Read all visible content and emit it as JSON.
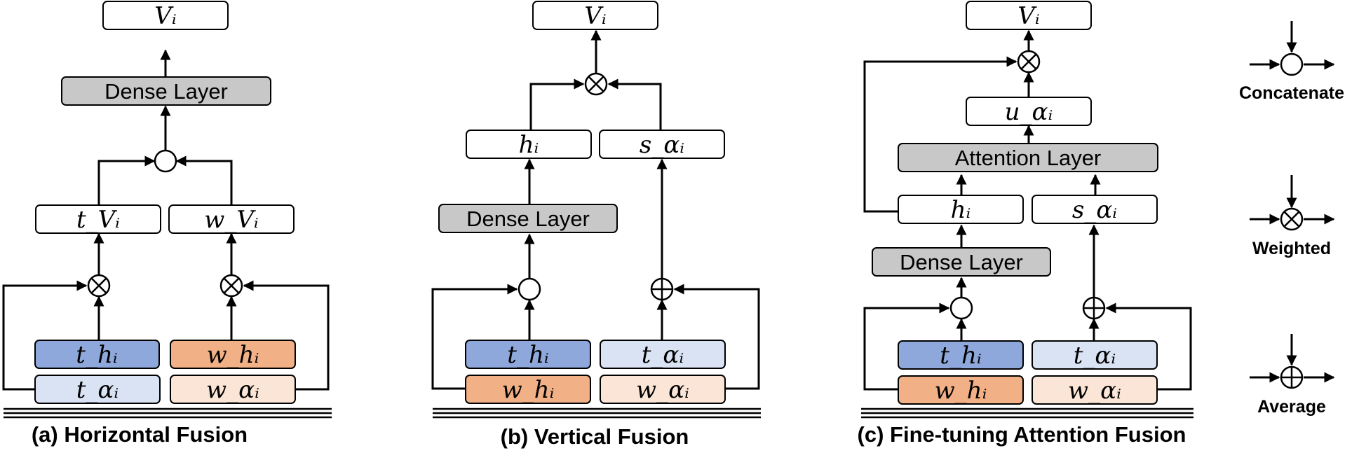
{
  "colors": {
    "dense_fill": "#c8c8c8",
    "t_h_fill": "#8fa8db",
    "w_h_fill": "#f1b085",
    "t_alpha_fill": "#dae3f3",
    "w_alpha_fill": "#fbe5d6",
    "plain_fill": "#ffffff"
  },
  "labels": {
    "V_i": "Vᵢ",
    "dense": "Dense Layer",
    "attention": "Attention Layer",
    "t_V": "t_Vᵢ",
    "w_V": "w_Vᵢ",
    "h": "hᵢ",
    "s_alpha": "s_αᵢ",
    "u_alpha": "u_αᵢ",
    "t_h": "t_hᵢ",
    "w_h": "w_hᵢ",
    "t_alpha": "t_αᵢ",
    "w_alpha": "w_αᵢ"
  },
  "captions": {
    "a": "(a) Horizontal Fusion",
    "b": "(b) Vertical Fusion",
    "c": "(c) Fine-tuning Attention Fusion"
  },
  "legend": {
    "concatenate": "Concatenate",
    "weighted": "Weighted",
    "average": "Average"
  }
}
